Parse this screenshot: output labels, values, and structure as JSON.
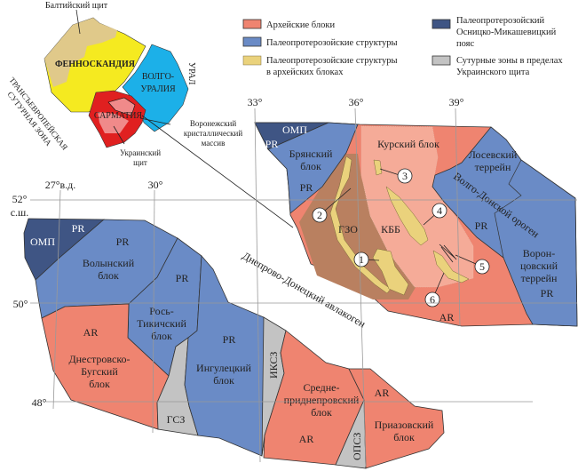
{
  "colors": {
    "archean": "#ef8470",
    "paleoproterozoic": "#6a8bc6",
    "pp_in_archean": "#ead27c",
    "osnitsk": "#3f5584",
    "suture": "#c3c3c3",
    "gzo": "#b98060",
    "kbb": "#f5ab98"
  },
  "legend": {
    "archean": "Архейские блоки",
    "pp": "Палеопротерозойские структуры",
    "pp_ar_1": "Палеопротерозойские структуры",
    "pp_ar_2": "в архейских блоках",
    "omp_1": "Палеопротерозойский",
    "omp_2": "Осницко-Микашевицкий",
    "omp_3": "пояс",
    "sut_1": "Сутурные зоны в пределах",
    "sut_2": "Украинского щита"
  },
  "inset": {
    "baltic": "Балтийский щит",
    "fenno": "ФЕННОСКАНДИЯ",
    "volgo_1": "ВОЛГО-",
    "volgo_2": "УРАЛИЯ",
    "ural": "УРАЛ",
    "sarmatia": "САРМАТИЯ",
    "trans_1": "ТРАНСЪЕВРОПЕЙСКАЯ",
    "trans_2": "СУТУРНАЯ ЗОНА",
    "vkm_1": "Воронежский",
    "vkm_2": "кристаллический",
    "vkm_3": "массив",
    "ukr_1": "Украинский",
    "ukr_2": "щит"
  },
  "grid": {
    "lon27": "27°в.д.",
    "lon30": "30°",
    "lon33": "33°",
    "lon36": "36°",
    "lon39": "39°",
    "lat52": "52°",
    "lat52_sub": "с.ш.",
    "lat50": "50°",
    "lat48": "48°"
  },
  "voronezh": {
    "omp": "ОМП",
    "omp_pr": "PR",
    "bryansk_1": "Брянский",
    "bryansk_2": "блок",
    "bryansk_pr": "PR",
    "kursk": "Курский блок",
    "gzo": "ГЗО",
    "kbb": "КББ",
    "losev_1": "Лосевский",
    "losev_2": "террейн",
    "volgodon": "Волго-Донской ороген",
    "pr_mid": "PR",
    "voron_1": "Ворон-",
    "voron_2": "цовский",
    "voron_3": "террейн",
    "voron_pr": "PR",
    "ar": "AR",
    "numbers": [
      "1",
      "2",
      "3",
      "4",
      "5",
      "6"
    ]
  },
  "aulacogen": "Днепрово-Донецкий авлакоген",
  "ukraine": {
    "omp": "ОМП",
    "omp_pr": "PR",
    "volyn_pr": "PR",
    "volyn_1": "Волынский",
    "volyn_2": "блок",
    "ros_pr": "PR",
    "ros_1": "Рось-",
    "ros_2": "Тикичский",
    "ros_3": "блок",
    "dnestr_ar": "AR",
    "dnestr_1": "Днестровско-",
    "dnestr_2": "Бугский",
    "dnestr_3": "блок",
    "gsz": "ГСЗ",
    "ingul_pr": "PR",
    "ingul_1": "Ингулецкий",
    "ingul_2": "блок",
    "iksz": "ИКСЗ",
    "sredne_1": "Средне-",
    "sredne_2": "приднепровский",
    "sredne_3": "блок",
    "sredne_ar": "AR",
    "opsz": "ОПСЗ",
    "priaz_ar": "AR",
    "priaz_1": "Приазовский",
    "priaz_2": "блок"
  }
}
